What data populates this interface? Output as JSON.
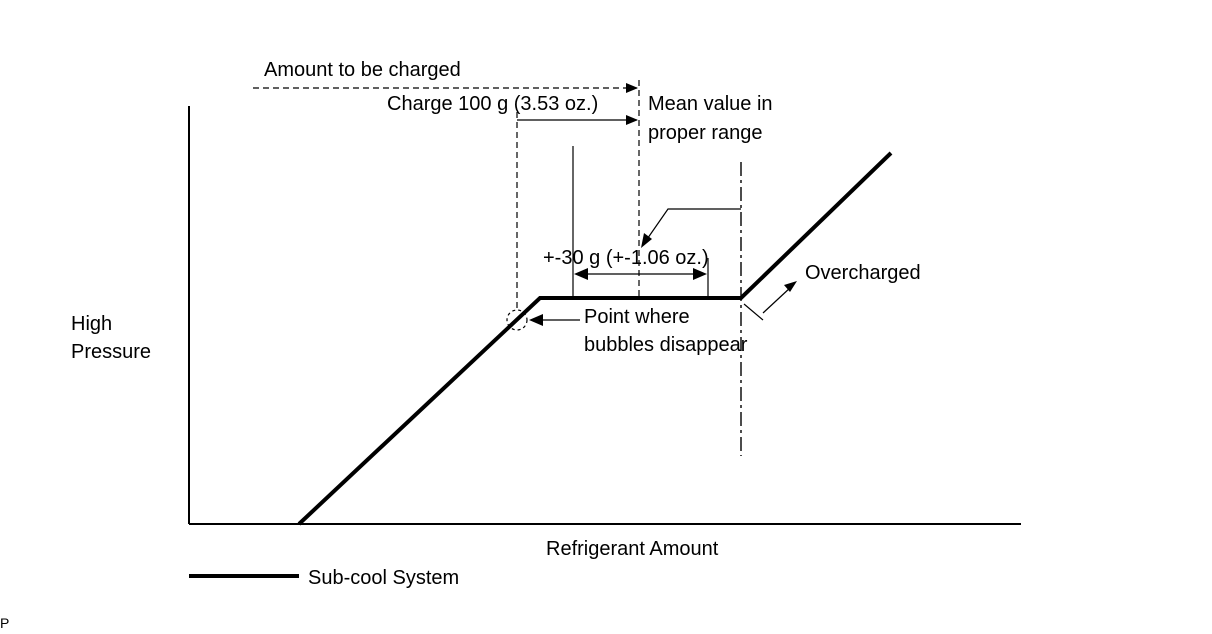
{
  "diagram": {
    "axes": {
      "y_label_line1": "High",
      "y_label_line2": "Pressure",
      "x_label": "Refrigerant Amount"
    },
    "annotations": {
      "amount_to_be_charged": "Amount to be charged",
      "charge_amount": "Charge 100 g (3.53 oz.)",
      "mean_value_line1": "Mean value in",
      "mean_value_line2": "proper range",
      "tolerance": "+-30 g (+-1.06 oz.)",
      "overcharged": "Overcharged",
      "bubbles_line1": "Point where",
      "bubbles_line2": "bubbles disappear"
    },
    "legend": {
      "label": "Sub-cool System"
    },
    "corner_mark": "P"
  }
}
